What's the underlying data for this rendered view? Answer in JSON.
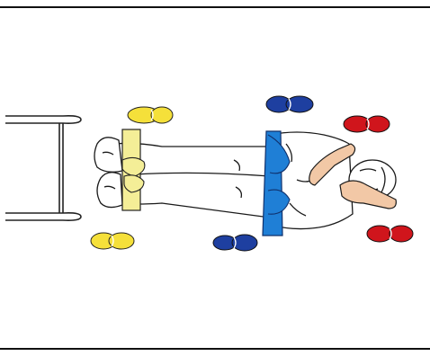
{
  "figure": {
    "description_text": "",
    "colors": {
      "frame_line": "#111111",
      "stretcher": "#222222",
      "outline": "#1a1a1a",
      "patient_fill": "#ffffff",
      "skin": "#f2c8a6",
      "yellow": "#f5e03a",
      "yellow_band": "#f4ee97",
      "blue": "#1e3fa0",
      "blue_band": "#1f7fd6",
      "red": "#d0151c",
      "shoe_highlight": "#ffffff"
    },
    "markers": [
      {
        "name": "rescuer-feet",
        "color": "yellow"
      },
      {
        "name": "rescuer-feet",
        "color": "blue"
      },
      {
        "name": "rescuer-feet",
        "color": "red"
      }
    ]
  }
}
